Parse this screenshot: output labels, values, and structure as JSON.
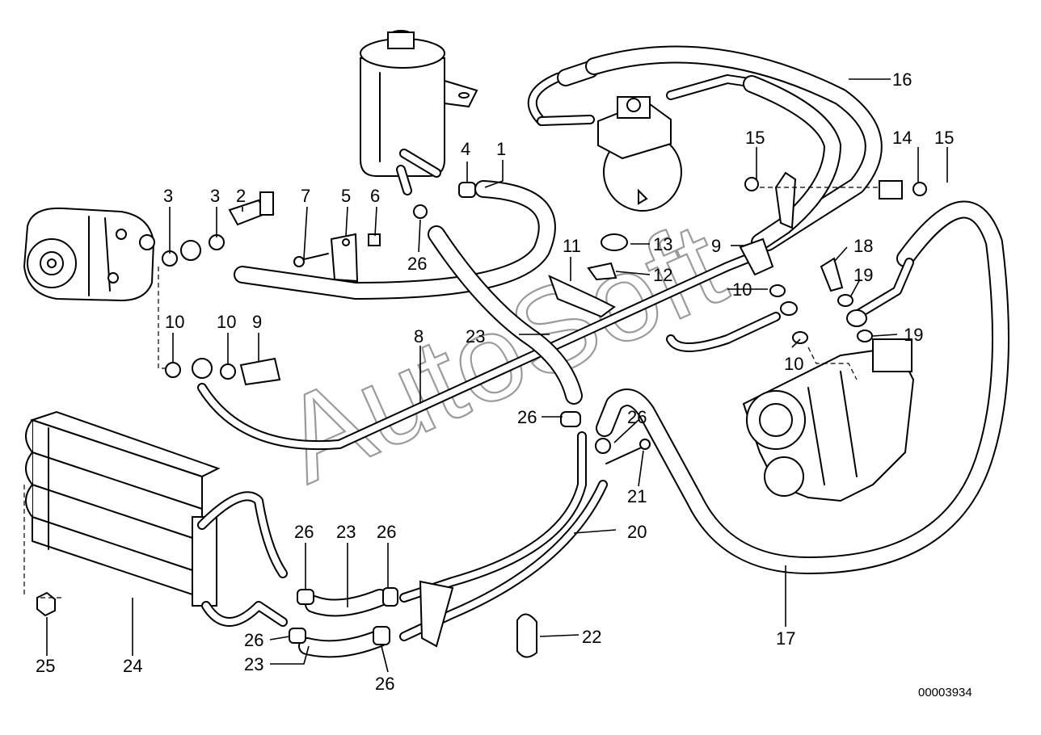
{
  "watermark": "AutoSoft",
  "reference_number": "00003934",
  "callouts": [
    {
      "id": "c1",
      "text": "1"
    },
    {
      "id": "c2",
      "text": "2"
    },
    {
      "id": "c3a",
      "text": "3"
    },
    {
      "id": "c3b",
      "text": "3"
    },
    {
      "id": "c4",
      "text": "4"
    },
    {
      "id": "c5",
      "text": "5"
    },
    {
      "id": "c6",
      "text": "6"
    },
    {
      "id": "c7",
      "text": "7"
    },
    {
      "id": "c8",
      "text": "8"
    },
    {
      "id": "c9a",
      "text": "9"
    },
    {
      "id": "c9b",
      "text": "9"
    },
    {
      "id": "c10a",
      "text": "10"
    },
    {
      "id": "c10b",
      "text": "10"
    },
    {
      "id": "c10c",
      "text": "10"
    },
    {
      "id": "c10d",
      "text": "10"
    },
    {
      "id": "c11",
      "text": "11"
    },
    {
      "id": "c12",
      "text": "12"
    },
    {
      "id": "c13",
      "text": "13"
    },
    {
      "id": "c14",
      "text": "14"
    },
    {
      "id": "c15a",
      "text": "15"
    },
    {
      "id": "c15b",
      "text": "15"
    },
    {
      "id": "c16",
      "text": "16"
    },
    {
      "id": "c17",
      "text": "17"
    },
    {
      "id": "c18",
      "text": "18"
    },
    {
      "id": "c19a",
      "text": "19"
    },
    {
      "id": "c19b",
      "text": "19"
    },
    {
      "id": "c20",
      "text": "20"
    },
    {
      "id": "c21",
      "text": "21"
    },
    {
      "id": "c22",
      "text": "22"
    },
    {
      "id": "c23a",
      "text": "23"
    },
    {
      "id": "c23b",
      "text": "23"
    },
    {
      "id": "c23c",
      "text": "23"
    },
    {
      "id": "c24",
      "text": "24"
    },
    {
      "id": "c25",
      "text": "25"
    },
    {
      "id": "c26a",
      "text": "26"
    },
    {
      "id": "c26b",
      "text": "26"
    },
    {
      "id": "c26c",
      "text": "26"
    },
    {
      "id": "c26d",
      "text": "26"
    },
    {
      "id": "c26e",
      "text": "26"
    },
    {
      "id": "c26f",
      "text": "26"
    },
    {
      "id": "c26g",
      "text": "26"
    }
  ]
}
